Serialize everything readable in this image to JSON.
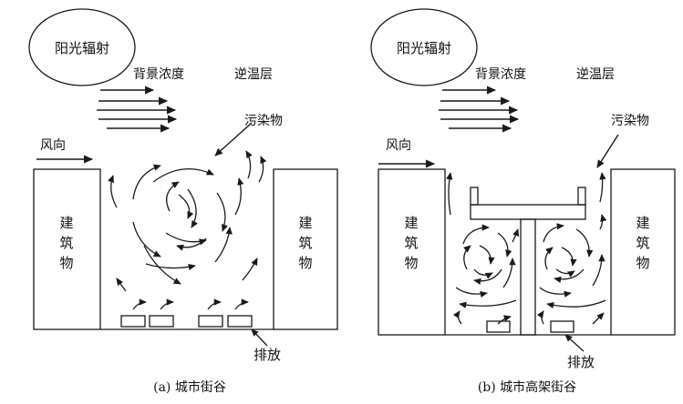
{
  "panel_a": {
    "sun_label": "阳光辐射",
    "background_label": "背景浓度",
    "inversion_label": "逆温层",
    "pollutant_label": "污染物",
    "wind_label": "风向",
    "building_left": [
      "建",
      "筑",
      "物"
    ],
    "building_right": [
      "建",
      "筑",
      "物"
    ],
    "emission_label": "排放",
    "caption": "(a) 城市街谷"
  },
  "panel_b": {
    "sun_label": "阳光辐射",
    "background_label": "背景浓度",
    "inversion_label": "逆温层",
    "pollutant_label": "污染物",
    "wind_label": "风向",
    "building_left": [
      "建",
      "筑",
      "物"
    ],
    "building_right": [
      "建",
      "筑",
      "物"
    ],
    "emission_label": "排放",
    "caption": "(b) 城市高架街谷"
  },
  "colors": {
    "stroke": "#1a1a1a",
    "background": "#ffffff"
  }
}
